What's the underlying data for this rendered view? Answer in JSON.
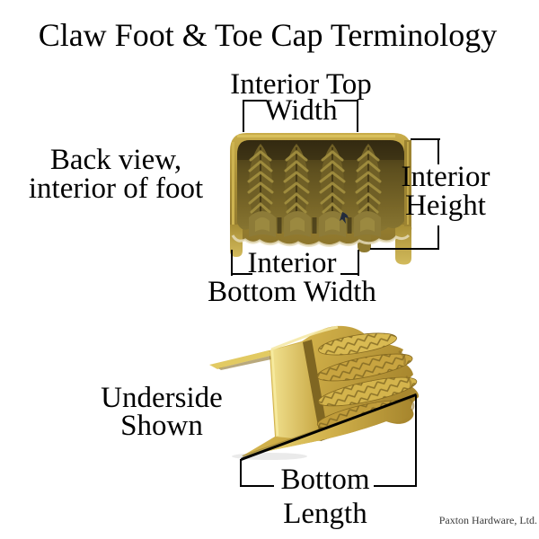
{
  "title": "Claw Foot & Toe Cap Terminology",
  "credit": "Paxton Hardware, Ltd.",
  "annotations": {
    "interior_top_width": {
      "line1": "Interior Top",
      "line2": "Width"
    },
    "back_view": {
      "line1": "Back view,",
      "line2": "interior of foot"
    },
    "interior_height": {
      "line1": "Interior",
      "line2": "Height"
    },
    "interior_bottom_width": {
      "line1": "Interior",
      "line2": "Bottom Width"
    },
    "underside": {
      "line1": "Underside",
      "line2": "Shown"
    },
    "bottom_length": {
      "line1": "Bottom",
      "line2": "Length"
    }
  },
  "images": {
    "back_view_cap": {
      "description": "Brass claw-foot toe cap, back view showing interior feather pattern"
    },
    "underside_cap": {
      "description": "Brass claw-foot toe cap tilted to show underside"
    }
  },
  "colors": {
    "background": "#ffffff",
    "text": "#000000",
    "annotation_line": "#000000",
    "credit_text": "#3a3a3a",
    "brass_light": "#ecd87a",
    "brass": "#c0a040",
    "brass_dark": "#6b5a22"
  }
}
